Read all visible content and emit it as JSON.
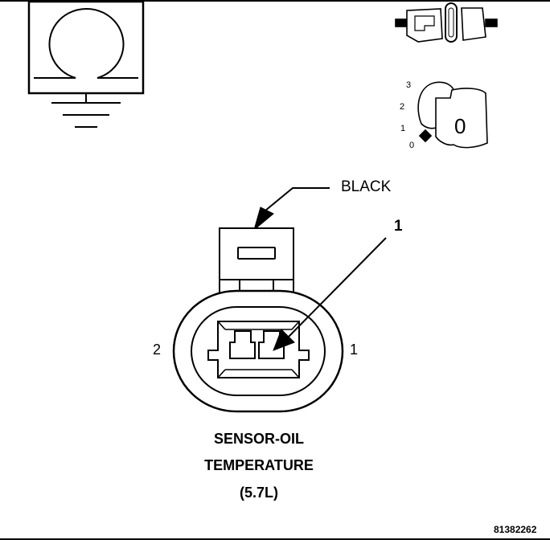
{
  "ignition_key": {
    "positions": [
      "3",
      "2",
      "1",
      "0"
    ],
    "key_label": "0"
  },
  "connector": {
    "wire_color_label": "BLACK",
    "callout_number": "1",
    "pin_left": "2",
    "pin_right": "1"
  },
  "title": {
    "line1": "SENSOR-OIL",
    "line2": "TEMPERATURE",
    "line3": "(5.7L)"
  },
  "figure_number": "81382262"
}
